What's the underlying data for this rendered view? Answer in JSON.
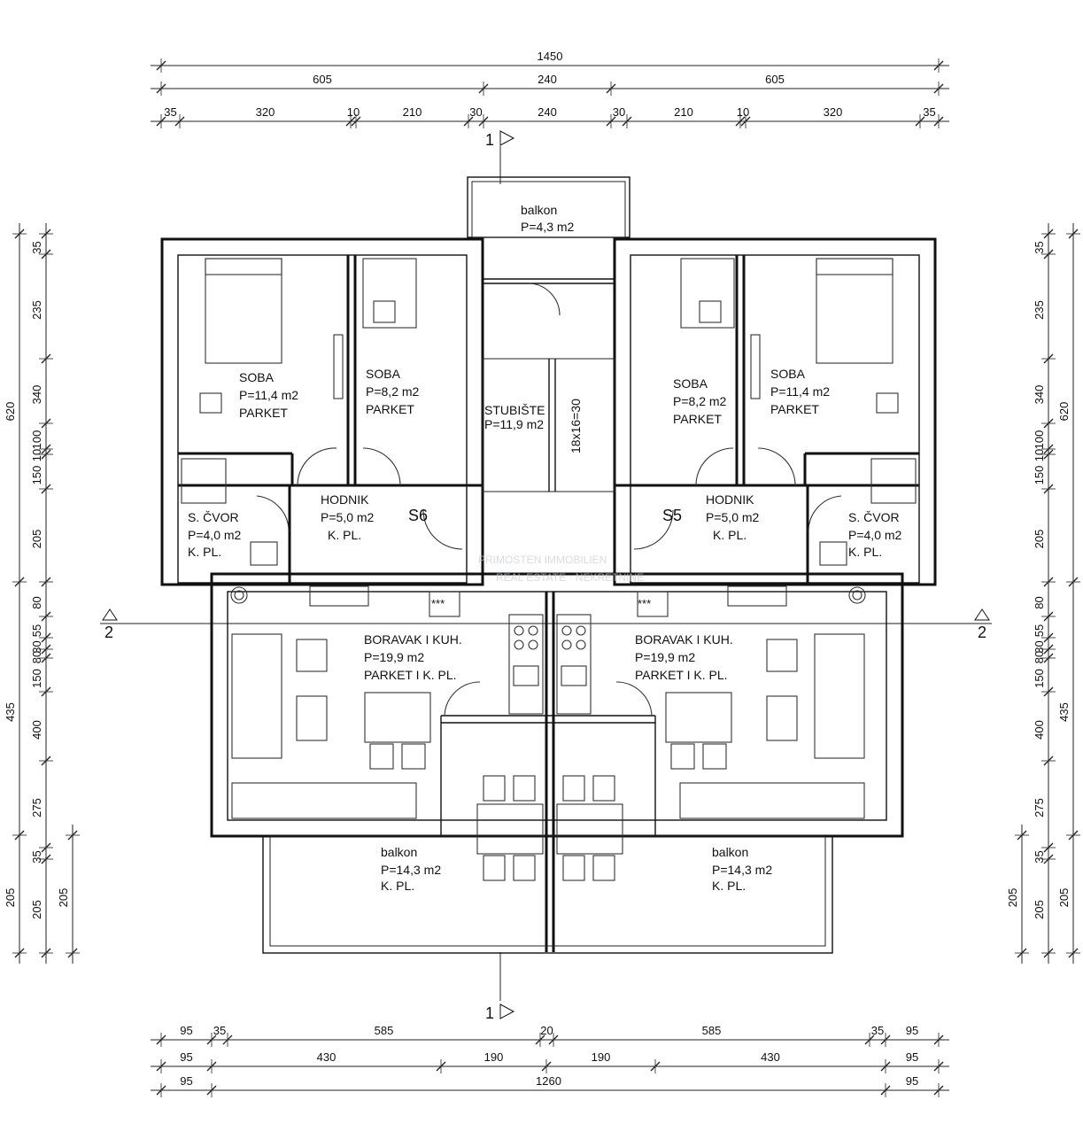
{
  "dimensions": {
    "top": {
      "row1": [
        "1450"
      ],
      "row2": [
        "605",
        "240",
        "605"
      ],
      "row3": [
        "35",
        "320",
        "10",
        "210",
        "30",
        "240",
        "30",
        "210",
        "10",
        "320",
        "35"
      ]
    },
    "bottom": {
      "row1": [
        "95",
        "35",
        "585",
        "20",
        "585",
        "35",
        "95"
      ],
      "row2": [
        "95",
        "430",
        "190",
        "190",
        "430",
        "95"
      ],
      "row3": [
        "95",
        "1260",
        "95"
      ]
    },
    "left": {
      "outer": [
        "620",
        "435",
        "205"
      ],
      "mid": [
        "35",
        "235",
        "340",
        "100",
        "10",
        "150",
        "205",
        "80",
        "55",
        "30",
        "80",
        "150",
        "400",
        "275",
        "35",
        "205"
      ],
      "inner": [
        "205"
      ]
    },
    "right": {
      "outer": [
        "620",
        "435",
        "205"
      ],
      "mid": [
        "35",
        "235",
        "340",
        "100",
        "10",
        "150",
        "205",
        "80",
        "55",
        "30",
        "80",
        "150",
        "400",
        "275",
        "35",
        "205"
      ],
      "inner": [
        "205"
      ]
    }
  },
  "section_marks": {
    "s1_top": "1",
    "s1_bottom": "1",
    "s2_left": "2",
    "s2_right": "2"
  },
  "units": {
    "s6": "S6",
    "s5": "S5"
  },
  "rooms": {
    "balkon_top": [
      "balkon",
      "P=4,3 m2"
    ],
    "soba_left_big": [
      "SOBA",
      "P=11,4 m2",
      "PARKET"
    ],
    "soba_left_small": [
      "SOBA",
      "P=8,2 m2",
      "PARKET"
    ],
    "stubiste": [
      "STUBIŠTE",
      "P=11,9 m2"
    ],
    "stair_note": "18x16=30",
    "soba_right_small": [
      "SOBA",
      "P=8,2 m2",
      "PARKET"
    ],
    "soba_right_big": [
      "SOBA",
      "P=11,4 m2",
      "PARKET"
    ],
    "hodnik_left": [
      "HODNIK",
      "P=5,0 m2",
      "K. PL."
    ],
    "hodnik_right": [
      "HODNIK",
      "P=5,0 m2",
      "K. PL."
    ],
    "cvor_left": [
      "S. ČVOR",
      "P=4,0 m2",
      "K. PL."
    ],
    "cvor_right": [
      "S. ČVOR",
      "P=4,0 m2",
      "K. PL."
    ],
    "boravak_left": [
      "BORAVAK I KUH.",
      "P=19,9 m2",
      "PARKET I K. PL."
    ],
    "boravak_right": [
      "BORAVAK I KUH.",
      "P=19,9 m2",
      "PARKET I K. PL."
    ],
    "balkon_left": [
      "balkon",
      "P=14,3 m2",
      "K. PL."
    ],
    "balkon_right": [
      "balkon",
      "P=14,3 m2",
      "K. PL."
    ]
  },
  "stars": "***",
  "watermark": [
    "PRIMOSTEN IMMOBILIEN",
    "REAL ESTATE · NEKRETNINE"
  ]
}
